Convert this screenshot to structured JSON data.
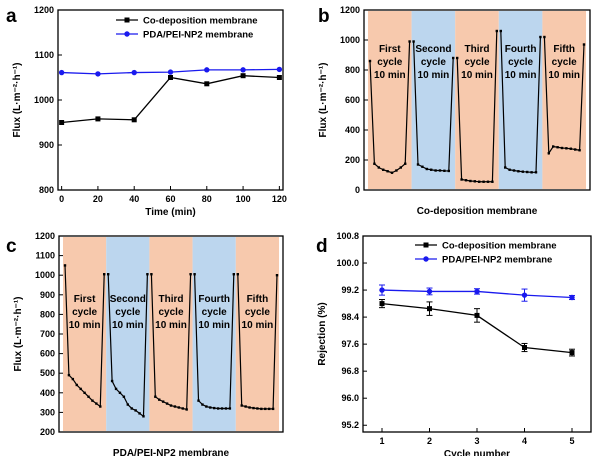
{
  "colors": {
    "series_black": "#000000",
    "series_blue": "#1a1aee",
    "band_orange": "#f7c9ad",
    "band_blue": "#bcd6ee"
  },
  "chart_data": [
    {
      "panel": "a",
      "type": "line",
      "xlabel": "Time (min)",
      "ylabel": "Flux (L·m⁻²·h⁻¹)",
      "xlim": [
        -2,
        122
      ],
      "ylim": [
        800,
        1200
      ],
      "xticks": [
        "0",
        "20",
        "40",
        "60",
        "80",
        "100",
        "120"
      ],
      "yticks": [
        "800",
        "900",
        "1000",
        "1100",
        "1200"
      ],
      "legend_position": "top-left",
      "grid": false,
      "series": [
        {
          "name": "Co-deposition membrane",
          "marker": "square",
          "x": [
            0,
            20,
            40,
            60,
            80,
            100,
            120
          ],
          "y": [
            950,
            958,
            956,
            1050,
            1036,
            1054,
            1050
          ]
        },
        {
          "name": "PDA/PEI-NP2 membrane",
          "marker": "circle",
          "x": [
            0,
            20,
            40,
            60,
            80,
            100,
            120
          ],
          "y": [
            1061,
            1058,
            1061,
            1062,
            1067,
            1067,
            1068
          ]
        }
      ]
    },
    {
      "panel": "b",
      "type": "line",
      "xlabel": "Co-deposition membrane",
      "ylabel": "Flux (L·m⁻²·h⁻¹)",
      "ylim": [
        0,
        1200
      ],
      "yticks": [
        "0",
        "200",
        "400",
        "600",
        "800",
        "1000",
        "1200"
      ],
      "grid": false,
      "cycles": [
        {
          "label_1": "First",
          "label_2": "cycle",
          "label_3": "10 min",
          "band": "orange",
          "y": [
            860,
            175,
            150,
            135,
            125,
            115,
            130,
            150,
            175,
            990
          ]
        },
        {
          "label_1": "Second",
          "label_2": "cycle",
          "label_3": "10 min",
          "band": "blue",
          "y": [
            990,
            170,
            155,
            140,
            135,
            130,
            130,
            128,
            127,
            880
          ]
        },
        {
          "label_1": "Third",
          "label_2": "cycle",
          "label_3": "10 min",
          "band": "orange",
          "y": [
            880,
            70,
            65,
            60,
            58,
            55,
            55,
            55,
            55,
            1060
          ]
        },
        {
          "label_1": "Fourth",
          "label_2": "cycle",
          "label_3": "10 min",
          "band": "blue",
          "y": [
            1060,
            150,
            135,
            130,
            125,
            122,
            120,
            118,
            118,
            1020
          ]
        },
        {
          "label_1": "Fifth",
          "label_2": "cycle",
          "label_3": "10 min",
          "band": "orange",
          "y": [
            1020,
            245,
            290,
            285,
            280,
            278,
            275,
            270,
            265,
            970
          ]
        }
      ]
    },
    {
      "panel": "c",
      "type": "line",
      "xlabel": "PDA/PEI-NP2 membrane",
      "ylabel": "Flux (L·m⁻²·h⁻¹)",
      "ylim": [
        200,
        1200
      ],
      "yticks": [
        "200",
        "300",
        "400",
        "500",
        "600",
        "700",
        "800",
        "900",
        "1000",
        "1100",
        "1200"
      ],
      "grid": false,
      "cycles": [
        {
          "label_1": "First",
          "label_2": "cycle",
          "label_3": "10 min",
          "band": "orange",
          "y": [
            1050,
            490,
            470,
            440,
            420,
            400,
            380,
            360,
            345,
            330,
            1005
          ]
        },
        {
          "label_1": "Second",
          "label_2": "cycle",
          "label_3": "10 min",
          "band": "blue",
          "y": [
            1005,
            460,
            420,
            400,
            380,
            340,
            320,
            310,
            295,
            280,
            1005
          ]
        },
        {
          "label_1": "Third",
          "label_2": "cycle",
          "label_3": "10 min",
          "band": "orange",
          "y": [
            1005,
            380,
            365,
            355,
            345,
            335,
            330,
            325,
            320,
            315,
            1005
          ]
        },
        {
          "label_1": "Fourth",
          "label_2": "cycle",
          "label_3": "10 min",
          "band": "blue",
          "y": [
            1005,
            360,
            340,
            330,
            325,
            322,
            320,
            320,
            320,
            320,
            1005
          ]
        },
        {
          "label_1": "Fifth",
          "label_2": "cycle",
          "label_3": "10 min",
          "band": "orange",
          "y": [
            1005,
            335,
            330,
            325,
            322,
            320,
            318,
            318,
            318,
            318,
            1000
          ]
        }
      ]
    },
    {
      "panel": "d",
      "type": "line",
      "xlabel": "Cycle number",
      "ylabel": "Rejection (%)",
      "xlim": [
        0.6,
        5.4
      ],
      "ylim": [
        95.0,
        100.8
      ],
      "xticks": [
        "1",
        "2",
        "3",
        "4",
        "5"
      ],
      "yticks": [
        "95.2",
        "96.0",
        "96.8",
        "97.6",
        "98.4",
        "99.2",
        "100.0",
        "100.8"
      ],
      "legend_position": "top-right",
      "grid": false,
      "series": [
        {
          "name": "Co-deposition membrane",
          "marker": "square",
          "x": [
            1,
            2,
            3,
            4,
            5
          ],
          "y": [
            98.8,
            98.65,
            98.45,
            97.5,
            97.35
          ],
          "err": [
            0.12,
            0.2,
            0.2,
            0.12,
            0.1
          ]
        },
        {
          "name": "PDA/PEI-NP2 membrane",
          "marker": "circle",
          "x": [
            1,
            2,
            3,
            4,
            5
          ],
          "y": [
            99.2,
            99.16,
            99.16,
            99.05,
            98.98
          ],
          "err": [
            0.15,
            0.1,
            0.08,
            0.18,
            0.06
          ]
        }
      ]
    }
  ]
}
